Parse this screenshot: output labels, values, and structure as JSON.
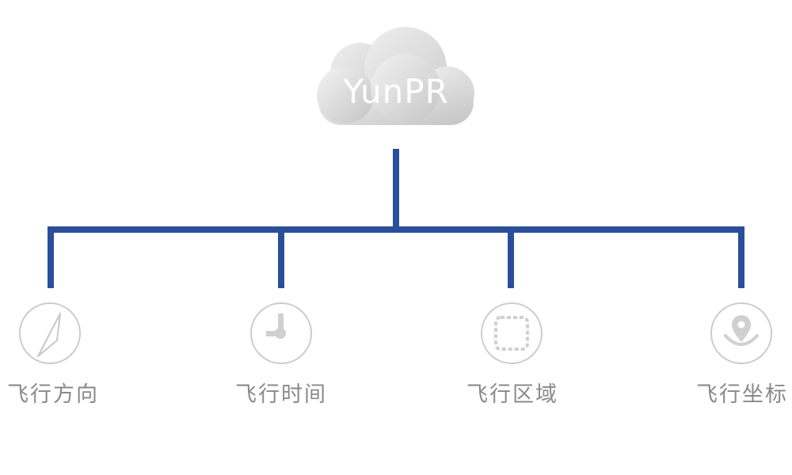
{
  "root": {
    "label": "YunPR",
    "icon": "cloud-icon"
  },
  "colors": {
    "connector": "#2B4E9A",
    "icon_stroke": "#CCCCCC",
    "icon_fill": "#D0D0D0",
    "label_text": "#8A8A8A",
    "cloud_light": "#F2F2F2",
    "cloud_dark": "#C6C6C6"
  },
  "nodes": [
    {
      "label": "飞行方向",
      "icon": "compass-icon"
    },
    {
      "label": "飞行时间",
      "icon": "clock-icon"
    },
    {
      "label": "飞行区域",
      "icon": "area-icon"
    },
    {
      "label": "飞行坐标",
      "icon": "location-pin-icon"
    }
  ]
}
